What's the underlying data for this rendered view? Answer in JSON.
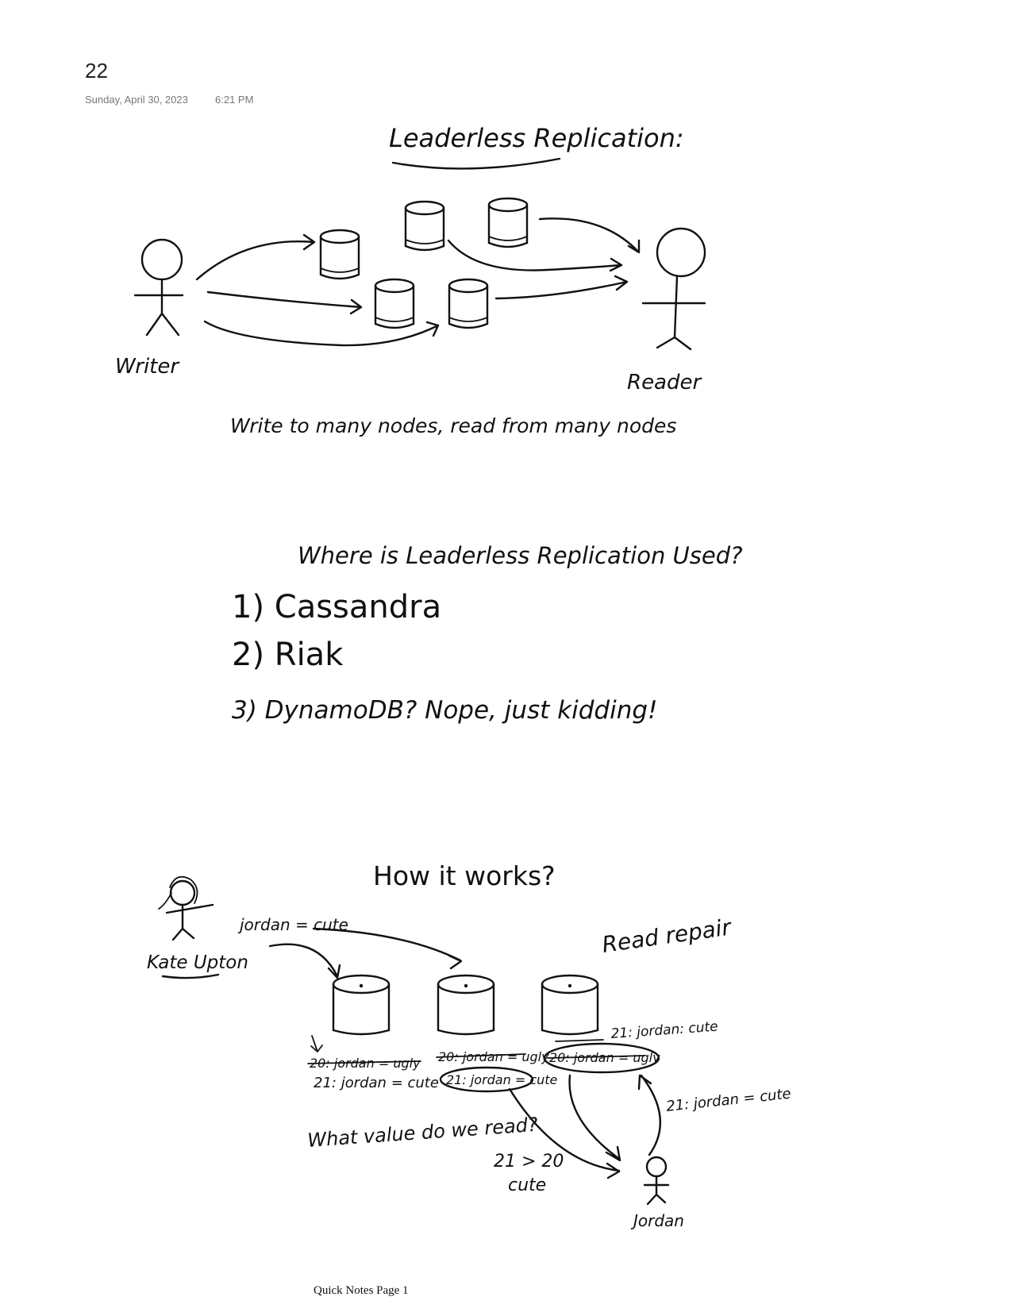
{
  "page": {
    "number": "22",
    "date": "Sunday, April 30, 2023",
    "time": "6:21 PM",
    "footer": "Quick Notes Page 1"
  },
  "section1": {
    "title": "Leaderless Replication:",
    "writer_label": "Writer",
    "reader_label": "Reader",
    "caption": "Write to many nodes, read from many nodes"
  },
  "section2": {
    "title": "Where is Leaderless Replication Used?",
    "items": [
      "1) Cassandra",
      "2) Riak",
      "3) DynamoDB? Nope, just kidding!"
    ]
  },
  "section3": {
    "title": "How it works?",
    "person_label": "Kate Upton",
    "write_label": "jordan = cute",
    "read_repair_label": "Read repair",
    "node1_old": "20: jordan = ugly",
    "node1_new": "21: jordan = cute",
    "node2_old": "20: jordan = ugly",
    "node2_new": "21: jordan = cute",
    "node3_new_top": "21: jordan: cute",
    "node3_old": "20: jordan = ugly",
    "repair_label": "21: jordan = cute",
    "question": "What value do we read?",
    "compare_line1": "21 > 20",
    "compare_line2": "cute",
    "reader_label": "Jordan"
  }
}
